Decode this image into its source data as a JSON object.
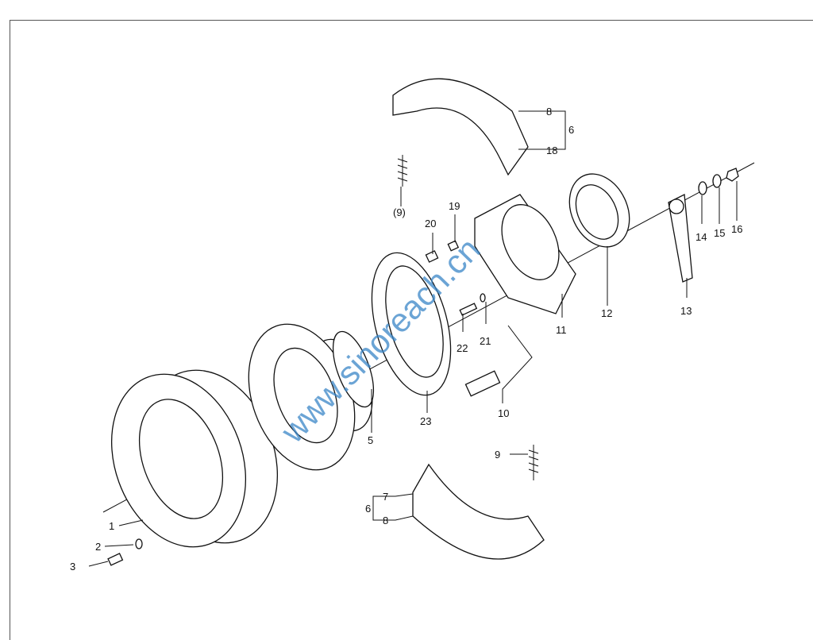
{
  "diagram": {
    "type": "exploded-parts-diagram",
    "watermark": "www.sinoreach.cn",
    "labels": {
      "l1": "1",
      "l2": "2",
      "l3": "3",
      "l5": "5",
      "l6a": "6",
      "l6b": "6",
      "l7": "7",
      "l8a": "8",
      "l8b": "8",
      "l9a": "(9)",
      "l9b": "9",
      "l10": "10",
      "l11": "11",
      "l12": "12",
      "l13": "13",
      "l14": "14",
      "l15": "15",
      "l16": "16",
      "l18": "18",
      "l19": "19",
      "l20": "20",
      "l21": "21",
      "l22": "22",
      "l23": "23"
    }
  }
}
